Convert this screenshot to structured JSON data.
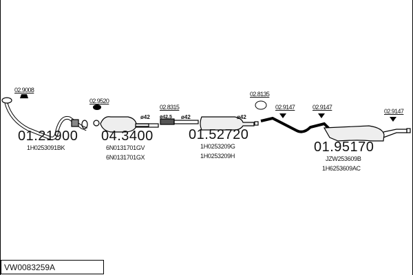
{
  "diagram_code": "VW0083259A",
  "parts": [
    {
      "number": "01.21900",
      "oe": [
        "1H0253091BK"
      ]
    },
    {
      "number": "04.3400",
      "oe": [
        "6N0131701GV",
        "6N0131701GX"
      ]
    },
    {
      "number": "01.52720",
      "oe": [
        "1H0253209G",
        "1H0253209H"
      ]
    },
    {
      "number": "01.95170",
      "oe": [
        "JZW253609B",
        "1H6253609AC"
      ]
    }
  ],
  "accessories": [
    "02.9008",
    "02.9520",
    "02.8315",
    "02.8135",
    "02.9147",
    "02.9147",
    "02.9147"
  ],
  "diameters": [
    "ø42",
    "ø42.5",
    "ø42",
    "ø42"
  ]
}
